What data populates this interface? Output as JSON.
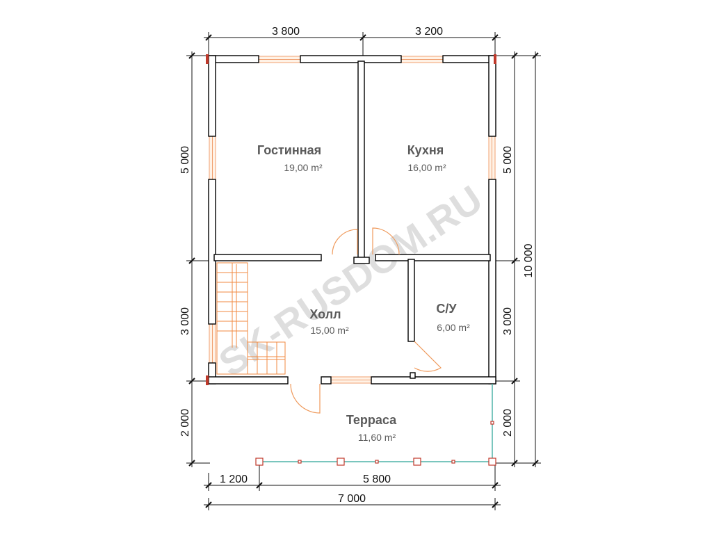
{
  "dimensions": {
    "top_left": "3 800",
    "top_right": "3 200",
    "left_upper": "5 000",
    "left_middle": "3 000",
    "left_lower": "2 000",
    "right_upper": "5 000",
    "right_middle": "3 000",
    "right_lower": "2 000",
    "right_total": "10 000",
    "bottom_left": "1 200",
    "bottom_right": "5 800",
    "bottom_total": "7 000"
  },
  "rooms": [
    {
      "name": "Гостинная",
      "area": "19,00 m²"
    },
    {
      "name": "Кухня",
      "area": "16,00 m²"
    },
    {
      "name": "Холл",
      "area": "15,00 m²"
    },
    {
      "name": "С/У",
      "area": "6,00 m²"
    },
    {
      "name": "Терраса",
      "area": "11,60 m²"
    }
  ],
  "watermark": "SK-RUSDOM.RU",
  "colors": {
    "wall": "#000000",
    "window": "#f0a070",
    "door": "#ef9a5c",
    "stairs": "#f08a40",
    "railing": "#4fb3a9",
    "room_text": "#5a5a5a",
    "watermark": "#d4d4d4"
  }
}
